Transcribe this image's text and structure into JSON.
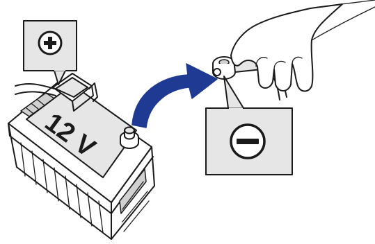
{
  "battery": {
    "voltage_label": "12 V"
  },
  "callouts": {
    "positive": {
      "symbol": "plus-symbol"
    },
    "negative": {
      "symbol": "minus-symbol"
    }
  },
  "colors": {
    "arrow": "#1f3a93",
    "callout_fill": "#e6e6e6",
    "line": "#1a1a1a"
  }
}
